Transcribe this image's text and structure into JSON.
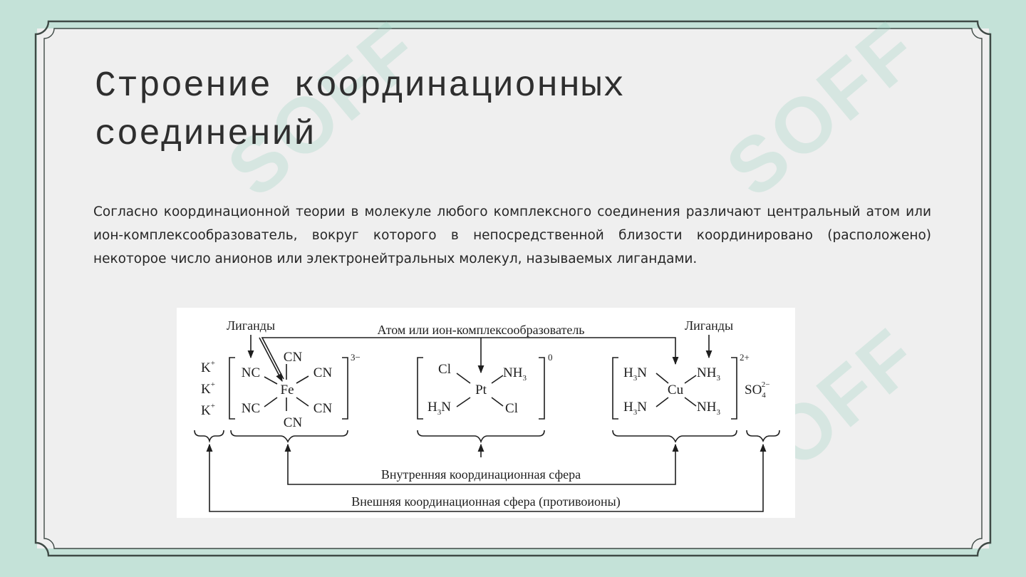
{
  "slide": {
    "title_lines": [
      "Строение координационных",
      "соединений"
    ],
    "body": "Согласно координационной теории в молекуле любого комплексного соединения различают центральный атом или ион-комплексообразователь, вокруг которого в непосредственной близости координировано (расположено) некоторое число анионов или электронейтральных молекул, называемых лигандами.",
    "watermark": "SOFF"
  },
  "diagram": {
    "labels": {
      "ligands_left": "Лиганды",
      "central_atom": "Атом или ион-комплексообразователь",
      "ligands_right": "Лиганды",
      "inner_sphere": "Внутренняя координационная сфера",
      "outer_sphere": "Внешняя координационная сфера (противоионы)"
    },
    "complex1": {
      "counter_ion": "K",
      "counter_charge": "+",
      "center": "Fe",
      "ligand": "CN",
      "ligand_reversed": "NC",
      "charge": "3−"
    },
    "complex2": {
      "center": "Pt",
      "ligand_cl": "Cl",
      "ligand_nh3": "NH",
      "ligand_h3n": "H",
      "sub3": "3",
      "n_symbol": "N",
      "charge": "0"
    },
    "complex3": {
      "center": "Cu",
      "ligand_nh3": "NH",
      "ligand_h3n": "H",
      "sub3": "3",
      "n_symbol": "N",
      "charge": "2+",
      "counter_ion": "SO",
      "counter_sub": "4",
      "counter_charge": "2−"
    }
  }
}
